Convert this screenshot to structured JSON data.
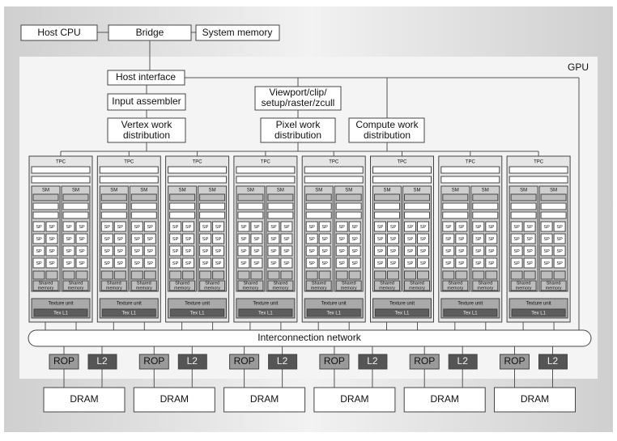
{
  "top": {
    "host_cpu": "Host CPU",
    "bridge": "Bridge",
    "system_memory": "System memory"
  },
  "gpu_label": "GPU",
  "front_end": {
    "host_interface": "Host interface",
    "input_assembler": "Input assembler",
    "vertex_work": [
      "Vertex work",
      "distribution"
    ],
    "viewport": [
      "Viewport/clip/",
      "setup/raster/zcull"
    ],
    "pixel_work": [
      "Pixel work",
      "distribution"
    ],
    "compute_work": [
      "Compute work",
      "distribution"
    ]
  },
  "tpc": {
    "count": 8,
    "label": "TPC",
    "sm_label": "SM",
    "sp_label": "SP",
    "shared_memory": [
      "Shared",
      "memory"
    ],
    "texture_unit": "Texture unit",
    "tex_l1": "Tex L1"
  },
  "interconnect": "Interconnection network",
  "memory_partitions": {
    "count": 6,
    "rop": "ROP",
    "l2": "L2",
    "dram": "DRAM"
  },
  "colors": {
    "backdrop": "#d9d9d9",
    "gpu_area": "#f4f4f4",
    "box_fill": "#ffffff",
    "box_stroke": "#444444",
    "tpc_fill": "#e6e6e6",
    "sm_fill": "#cfcfcf",
    "cell_fill": "#bdbdbd",
    "tex_fill": "#a9a9a9",
    "rop_fill": "#9a9a9a",
    "l2_fill": "#555555",
    "line": "#555555"
  }
}
